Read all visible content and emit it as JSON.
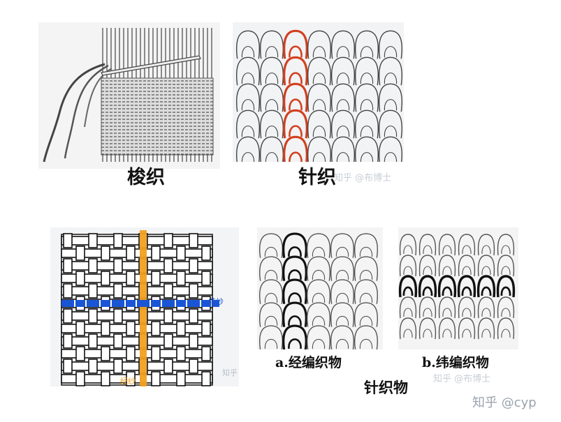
{
  "top": {
    "shuttle_caption": "梭织",
    "knit_caption": "针织",
    "knit_watermark": "知乎 @布博士",
    "warp_color": "#222222",
    "highlight_color": "#d2401f"
  },
  "bottom": {
    "weave_warp_label": "经纱",
    "weave_weft_label": "纬纱",
    "weave_warp_color": "#f0a020",
    "weave_weft_color": "#1a55d6",
    "weave_watermark": "知乎",
    "warp_knit_caption": "a.经编织物",
    "weft_knit_caption": "b.纬编织物",
    "knitted_caption": "针织物",
    "knit_watermark": "知乎 @布博士"
  },
  "signature": "知乎 @cyp"
}
